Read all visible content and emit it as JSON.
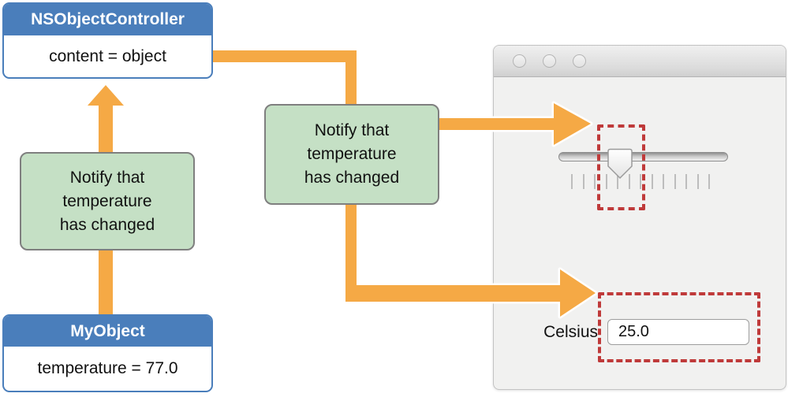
{
  "boxes": {
    "controller": {
      "title": "NSObjectController",
      "body": "content = object"
    },
    "object": {
      "title": "MyObject",
      "body": "temperature = 77.0"
    },
    "notify_left": {
      "text": "Notify that\ntemperature\nhas changed"
    },
    "notify_middle": {
      "text": "Notify that\ntemperature\nhas changed"
    }
  },
  "window": {
    "celsius_label": "Celsius",
    "temperature_field": {
      "value": "25.0"
    },
    "slider": {
      "tick_count": 13
    }
  },
  "colors": {
    "accent_orange": "#f5a945",
    "box_blue": "#4a7ebb",
    "notify_green": "#c5e0c5",
    "highlight_red": "#bf3a3a"
  }
}
